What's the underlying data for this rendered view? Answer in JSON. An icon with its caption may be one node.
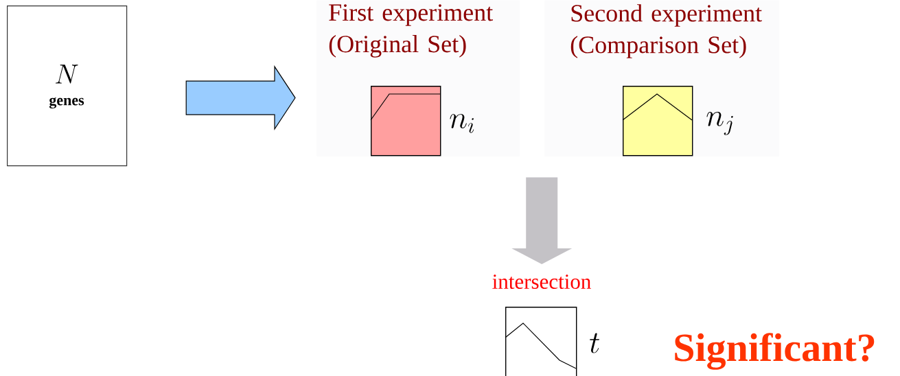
{
  "diagram": {
    "nodes": [
      {
        "text": [
          "N",
          "genes"
        ]
      },
      {
        "text": [
          "First experiment (Original Set)"
        ],
        "beside": [
          "n_i"
        ]
      },
      {
        "text": [
          "Second experiment (Comparison Set)"
        ],
        "beside": [
          "n_j"
        ]
      },
      {
        "text": [
          "intersection"
        ],
        "beside": [
          "t"
        ]
      }
    ],
    "edges": [
      {
        "from": 0,
        "to": 1,
        "arrow": "to",
        "color": "#99ccff"
      },
      {
        "from": 1,
        "to": 3,
        "arrow": "to"
      },
      {
        "from": 2,
        "to": 3,
        "arrow": "to"
      }
    ],
    "labels": [
      "Significant?"
    ]
  }
}
